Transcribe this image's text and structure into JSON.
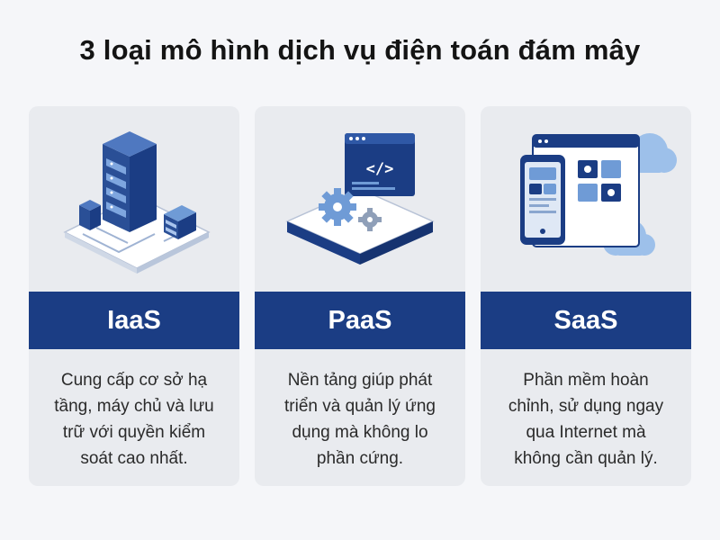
{
  "title": "3 loại mô hình dịch vụ điện toán đám mây",
  "colors": {
    "band": "#1b3d84",
    "card_bg": "#e9ebef",
    "page_bg": "#f5f6f9",
    "illustration_dark": "#1f3f83",
    "illustration_light": "#6f9bd6"
  },
  "cards": [
    {
      "label": "IaaS",
      "description": "Cung cấp cơ sở hạ\ntầng, máy chủ và lưu\ntrữ với quyền kiểm\nsoát cao nhất.",
      "icon": "server-rack-icon"
    },
    {
      "label": "PaaS",
      "description": "Nền tảng giúp phát\ntriển và quản lý ứng\ndụng mà không lo\nphần cứng.",
      "icon": "code-window-gears-icon",
      "code_text": "</>"
    },
    {
      "label": "SaaS",
      "description": "Phần mềm hoàn\nchỉnh, sử dụng ngay\nqua Internet mà\nkhông cần quản lý.",
      "icon": "cloud-apps-icon"
    }
  ]
}
